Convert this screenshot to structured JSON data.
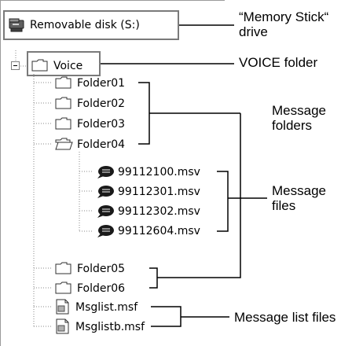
{
  "tree": {
    "drive": {
      "label": "Removable disk (S:)",
      "icon": "drive-icon"
    },
    "voice_folder": {
      "label": "Voice",
      "icon": "folder-icon",
      "expander": "⊟"
    },
    "folders_a": [
      "Folder01",
      "Folder02",
      "Folder03",
      "Folder04"
    ],
    "files": [
      "99112100.msv",
      "99112301.msv",
      "99112302.msv",
      "99112604.msv"
    ],
    "folders_b": [
      "Folder05",
      "Folder06"
    ],
    "list_files": [
      "Msglist.msf",
      "Msglistb.msf"
    ]
  },
  "callouts": {
    "memory_stick_line1": "“Memory Stick“",
    "memory_stick_line2": "drive",
    "voice": "VOICE folder",
    "message_folders_line1": "Message",
    "message_folders_line2": "folders",
    "message_files_line1": "Message",
    "message_files_line2": "files",
    "list_files": "Message list files"
  }
}
